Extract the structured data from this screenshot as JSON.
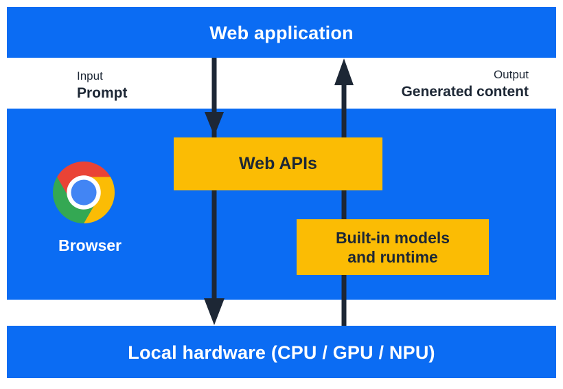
{
  "diagram": {
    "top_bar": {
      "label": "Web application"
    },
    "flows": {
      "input": {
        "caption": "Input",
        "label": "Prompt"
      },
      "output": {
        "caption": "Output",
        "label": "Generated content"
      }
    },
    "browser_section": {
      "browser_label": "Browser",
      "web_apis_label": "Web APIs",
      "builtin_line1": "Built-in models",
      "builtin_line2": "and runtime"
    },
    "bottom_bar": {
      "label": "Local hardware (CPU / GPU / NPU)"
    }
  },
  "icons": {
    "chrome_logo": "chrome-logo-icon",
    "down_arrow": "input-flow-arrow",
    "up_arrow": "output-flow-arrow"
  },
  "colors": {
    "bar_blue": "#0b6cf3",
    "accent_yellow": "#fbbc04",
    "ink_navy": "#1d2735",
    "text_white": "#ffffff",
    "chrome_red": "#ea4335",
    "chrome_yellow": "#fbbc05",
    "chrome_green": "#34a853",
    "chrome_blue": "#4285f4"
  }
}
